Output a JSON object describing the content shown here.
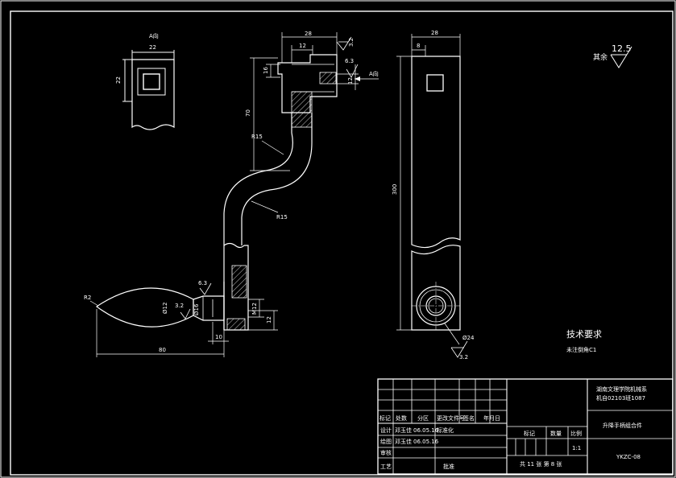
{
  "colors": {
    "background": "#000000",
    "line": "#ffffff",
    "hatch": "#ffffff",
    "dim": "#ffffff"
  },
  "view_a": {
    "title": "A向",
    "width_label": "22",
    "height_label": "22"
  },
  "main_view": {
    "top_width": "28",
    "hub_width": "12",
    "finish_top": "3.2",
    "finish_mid": "6.3",
    "dim_16": "16",
    "dim_12_right": "12",
    "arrow_label": "A向",
    "dim_70": "70",
    "radius_upper": "R15",
    "radius_lower": "R15",
    "finish_lower": "6.3",
    "radius_knob": "R2",
    "dia_12": "Ø12",
    "dia_16": "Ø16",
    "finish_knob": "3.2",
    "thread": "M12",
    "dim_12_bottom": "12",
    "dim_10": "10",
    "dim_80": "80"
  },
  "side_view": {
    "width_total": "28",
    "width_hub": "8",
    "length": "300",
    "hole_dia": "Ø24",
    "finish": "3.2"
  },
  "surface_finish": {
    "prefix": "其余",
    "value": "12.5"
  },
  "tech": {
    "title": "技术要求",
    "note": "未注倒角C1"
  },
  "title_block": {
    "school_line1": "湖南文理学院机械系",
    "school_line2": "机自02103班1087",
    "part_name": "升降手柄组合件",
    "drawing_no": "YKZC-08",
    "scale_label": "比例",
    "scale_value": "1:1",
    "mark_label": "标记",
    "qty_label": "数量",
    "sheets": "共 11 张   第 8 张",
    "rev_headers": [
      "标记",
      "处数",
      "分区",
      "更改文件号",
      "签名",
      "年月日"
    ],
    "rows": [
      {
        "role": "设计",
        "name": "邓玉佳",
        "date": "06.05.16",
        "extra": "标准化"
      },
      {
        "role": "绘图",
        "name": "邓玉佳",
        "date": "06.05.16",
        "extra": ""
      },
      {
        "role": "审核",
        "name": "",
        "date": "",
        "extra": ""
      },
      {
        "role": "工艺",
        "name": "",
        "date": "",
        "extra": "批准"
      }
    ]
  }
}
